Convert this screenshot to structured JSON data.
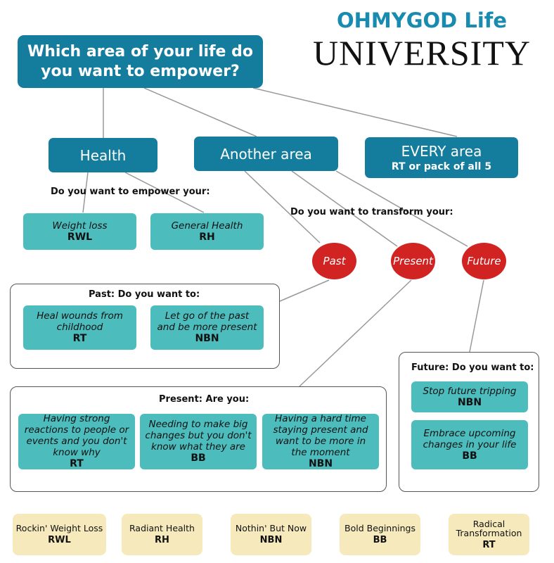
{
  "brand": {
    "line1": "OHMYGOD Life",
    "line2": "UNIVERSITY"
  },
  "question": "Which area of your life do you want to empower?",
  "categories": {
    "health": {
      "label": "Health"
    },
    "another": {
      "label": "Another area"
    },
    "every": {
      "label": "EVERY area",
      "sub": "RT or pack of all 5"
    }
  },
  "health_prompt": "Do you want to empower your:",
  "health_options": [
    {
      "text": "Weight loss",
      "code": "RWL"
    },
    {
      "text": "General Health",
      "code": "RH"
    }
  ],
  "transform_prompt": "Do you want to transform your:",
  "times": {
    "past": "Past",
    "present": "Present",
    "future": "Future"
  },
  "past_panel": {
    "title": "Past:  Do you want to:",
    "options": [
      {
        "text": "Heal wounds from childhood",
        "code": "RT"
      },
      {
        "text": "Let go of the past and be more present",
        "code": "NBN"
      }
    ]
  },
  "present_panel": {
    "title": "Present:  Are you:",
    "options": [
      {
        "text": "Having strong reactions to people or events and you don't know why",
        "code": "RT"
      },
      {
        "text": "Needing to make big changes but you don't know what they are",
        "code": "BB"
      },
      {
        "text": "Having a hard time staying present and want to be more in the moment",
        "code": "NBN"
      }
    ]
  },
  "future_panel": {
    "title": "Future:  Do you want to:",
    "options": [
      {
        "text": "Stop future tripping",
        "code": "NBN"
      },
      {
        "text": "Embrace upcoming changes in your life",
        "code": "BB"
      }
    ]
  },
  "programs": [
    {
      "name": "Rockin' Weight Loss",
      "code": "RWL"
    },
    {
      "name": "Radiant Health",
      "code": "RH"
    },
    {
      "name": "Nothin' But Now",
      "code": "NBN"
    },
    {
      "name": "Bold Beginnings",
      "code": "BB"
    },
    {
      "name": "Radical Transformation",
      "code": "RT"
    }
  ],
  "colors": {
    "teal_dark": "#147c9d",
    "teal_light": "#4cbcbc",
    "red": "#d22323",
    "cream": "#f6eabc",
    "brand": "#1a8bb0"
  }
}
